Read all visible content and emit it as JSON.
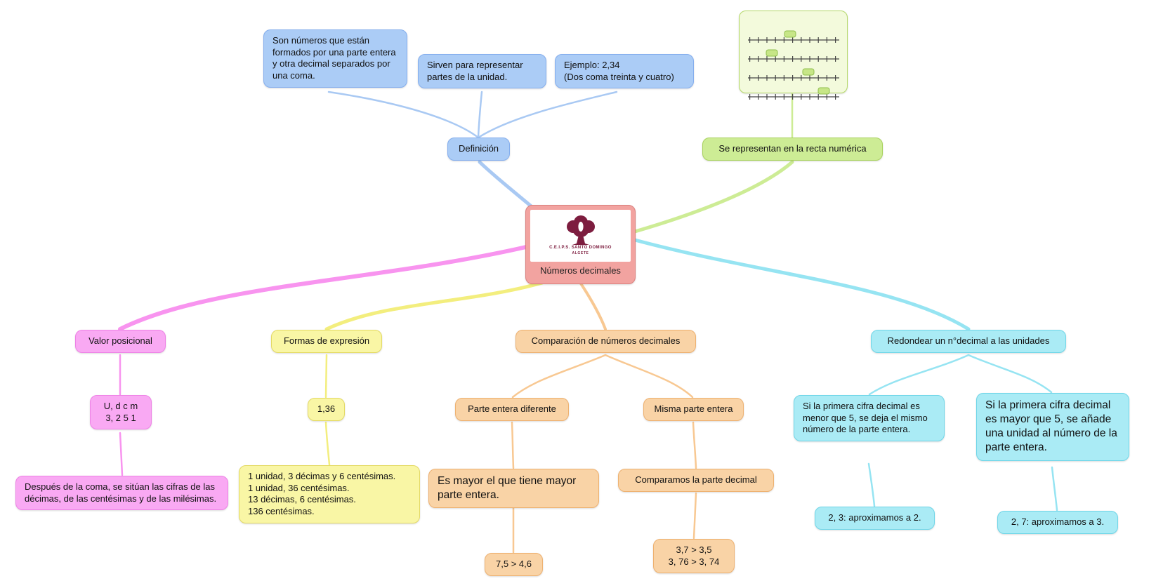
{
  "center": {
    "label": "Números decimales",
    "logo_icon": "school-tree-logo",
    "logo_text": "C.E.I.P.S. SANTO DOMINGO",
    "logo_subtext": "ALGETE"
  },
  "definicion": {
    "label": "Definición",
    "nota_formados": "Son números que están formados por una parte entera y otra decimal separados por una coma.",
    "nota_sirven": "Sirven para representar partes de la unidad.",
    "nota_ejemplo": "Ejemplo: 2,34\n(Dos coma treinta y cuatro)"
  },
  "recta": {
    "label": "Se representan en la recta numérica",
    "illustration": "number-lines-image"
  },
  "valor": {
    "label": "Valor posicional",
    "ejemplo": "U, d c m\n3, 2 5 1",
    "detalle": "Después de la coma, se sitúan las cifras de las décimas, de las centésimas y de las milésimas."
  },
  "formas": {
    "label": "Formas de expresión",
    "ejemplo": "1,36",
    "detalle": "1 unidad, 3 décimas y 6 centésimas.\n1 unidad, 36 centésimas.\n13 décimas, 6 centésimas.\n136 centésimas."
  },
  "comparacion": {
    "label": "Comparación de números decimales",
    "diferente": {
      "label": "Parte entera diferente",
      "regla": "Es mayor el que tiene mayor parte entera.",
      "ejemplo": "7,5 > 4,6"
    },
    "misma": {
      "label": "Misma parte entera",
      "regla": "Comparamos la parte decimal",
      "ejemplo": "3,7 > 3,5\n3, 76 > 3, 74"
    }
  },
  "redondear": {
    "label": "Redondear un n°decimal a las unidades",
    "menor5": {
      "regla": "Si la primera cifra decimal es menor que 5, se deja el mismo número de la parte entera.",
      "ejemplo": "2, 3: aproximamos a 2."
    },
    "mayor5": {
      "regla": "Si la primera cifra decimal es mayor que 5, se añade una unidad al número de la parte entera.",
      "ejemplo": "2, 7: aproximamos a 3."
    }
  },
  "colors": {
    "blue": "#abccf6",
    "green": "#cdec95",
    "magenta": "#f9a9f3",
    "yellow": "#f9f6a5",
    "orange": "#f9d3a6",
    "cyan": "#aaebf5",
    "center_salmon": "#f2a3a0",
    "logo_maroon": "#7d1d3f"
  }
}
